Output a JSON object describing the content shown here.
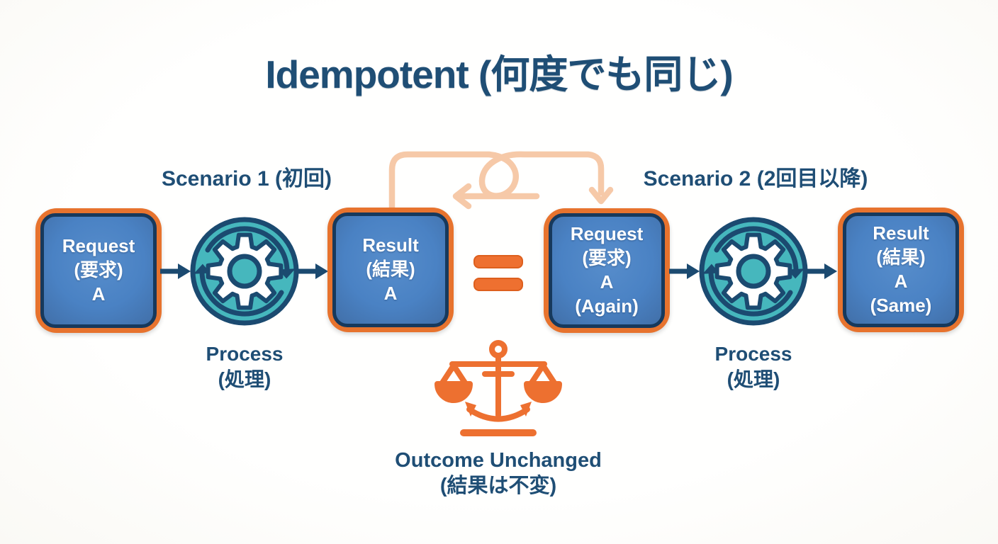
{
  "title": "Idempotent (何度でも同じ)",
  "scenarios": [
    {
      "label": "Scenario 1 (初回)",
      "request_box": {
        "lines": [
          "Request",
          "(要求)",
          "A"
        ]
      },
      "process_label": {
        "lines": [
          "Process",
          "(処理)"
        ]
      },
      "result_box": {
        "lines": [
          "Result",
          "(結果)",
          "A"
        ]
      }
    },
    {
      "label": "Scenario 2 (2回目以降)",
      "request_box": {
        "lines": [
          "Request",
          "(要求)",
          "A",
          "(Again)"
        ]
      },
      "process_label": {
        "lines": [
          "Process",
          "(処理)"
        ]
      },
      "result_box": {
        "lines": [
          "Result",
          "(結果)",
          "A",
          "(Same)"
        ]
      }
    }
  ],
  "equals_sign": "=",
  "outcome": {
    "lines": [
      "Outcome Unchanged",
      "(結果は不変)"
    ]
  },
  "icons": {
    "gear": "process-cycle-gear-icon",
    "scale": "balance-scale-icon",
    "loop": "repeat-loop-arrow-icon",
    "flow": "flow-arrow-icon"
  },
  "colors": {
    "navy": "#1f4e75",
    "box_blue": "#4a82c4",
    "orange_border": "#e7732e",
    "orange_accent": "#ee7030",
    "teal": "#46b7bd",
    "peach": "#f6c9a8",
    "background": "#fdfdfb",
    "text_white": "#ffffff"
  }
}
